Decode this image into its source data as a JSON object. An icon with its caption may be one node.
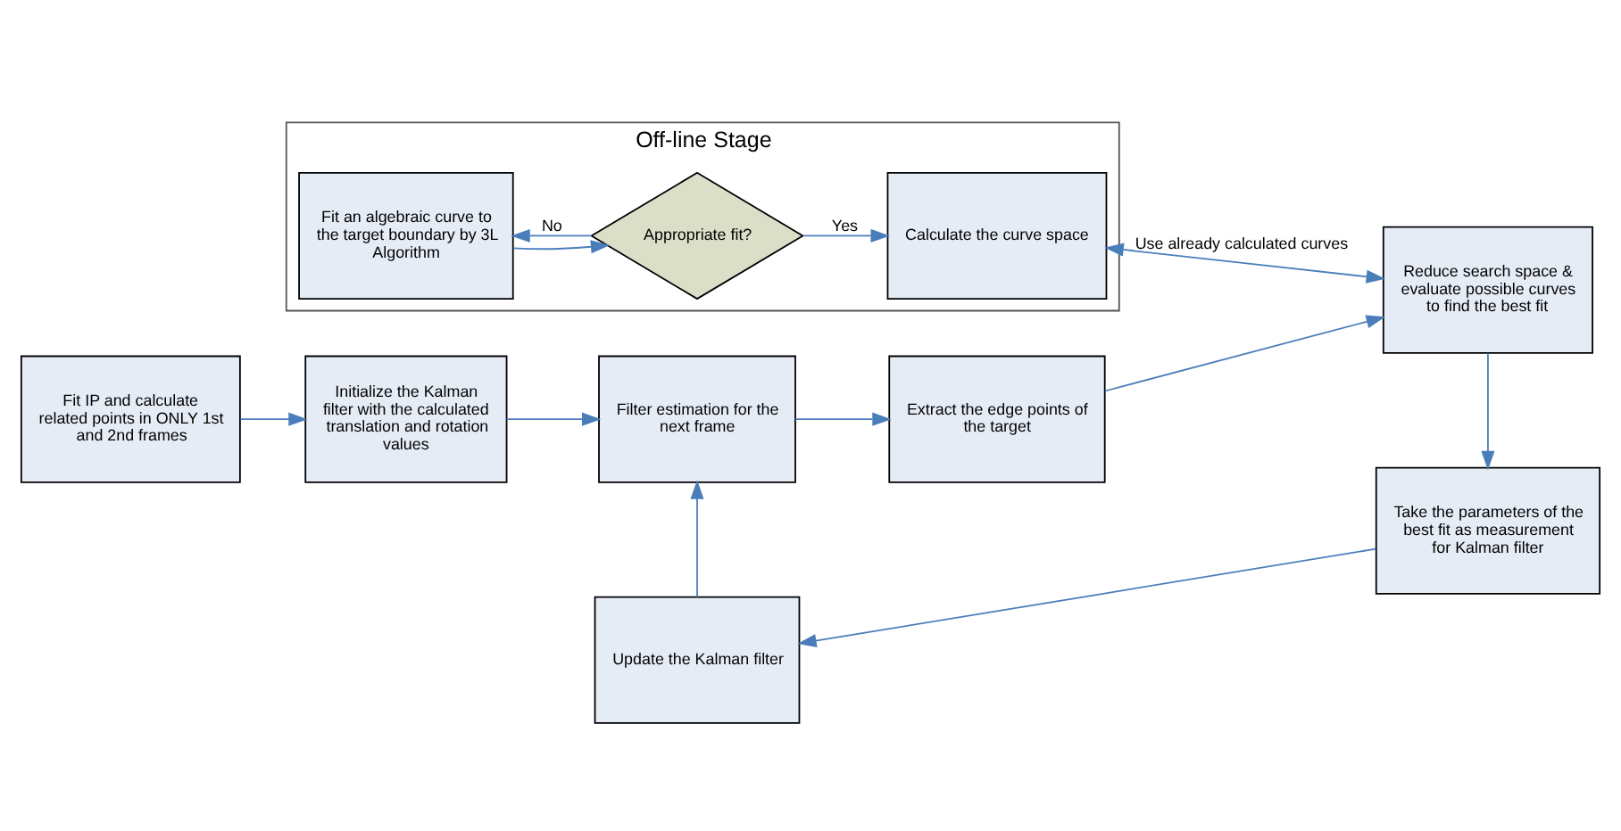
{
  "diagram": {
    "nodes": [
      {
        "text": [
          "Off-line Stage"
        ]
      },
      {
        "text": [
          "Fit an algebraic curve to the target boundary by 3L Algorithm"
        ],
        "in": 0
      },
      {
        "text": [
          "Appropriate fit?"
        ],
        "in": 0
      },
      {
        "text": [
          "Calculate the curve space"
        ],
        "in": 0
      },
      {
        "text": [
          "Fit IP and calculate related points in ONLY 1st and 2nd frames"
        ]
      },
      {
        "text": [
          "Initialize the Kalman filter with the calculated translation and rotation values"
        ]
      },
      {
        "text": [
          "Filter estimation for the next frame"
        ]
      },
      {
        "text": [
          "Extract the edge points of the target"
        ]
      },
      {
        "text": [
          "Reduce search space & evaluate possible curves to find the best fit"
        ]
      },
      {
        "text": [
          "Take the parameters of the best fit as measurement for Kalman filter"
        ]
      },
      {
        "text": [
          "Update the Kalman filter"
        ]
      }
    ],
    "edges": [
      {
        "from": 1,
        "to": 2,
        "arrow": "to"
      },
      {
        "from": 2,
        "to": 3,
        "label": "Yes",
        "arrow": "to"
      },
      {
        "from": 2,
        "to": 1,
        "label": "No",
        "arrow": "to"
      },
      {
        "from": 3,
        "to": 8,
        "label": "Use already calculated curves",
        "arrow": "both"
      },
      {
        "from": 4,
        "to": 5,
        "arrow": "to"
      },
      {
        "from": 5,
        "to": 6,
        "arrow": "to"
      },
      {
        "from": 6,
        "to": 7,
        "arrow": "to"
      },
      {
        "from": 7,
        "to": 8,
        "arrow": "to"
      },
      {
        "from": 8,
        "to": 9,
        "arrow": "to"
      },
      {
        "from": 9,
        "to": 10,
        "arrow": "to"
      },
      {
        "from": 10,
        "to": 6,
        "arrow": "to"
      }
    ]
  }
}
